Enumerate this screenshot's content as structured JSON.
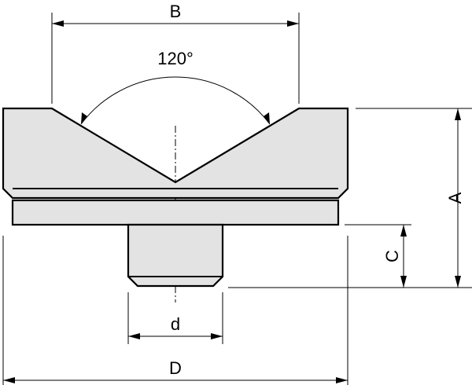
{
  "drawing": {
    "labels": {
      "angle": "120°",
      "B": "B",
      "A": "A",
      "C": "C",
      "d": "d",
      "D": "D"
    },
    "colors": {
      "part_fill": "#e3e3e3",
      "line": "#000000",
      "background": "#ffffff"
    }
  }
}
